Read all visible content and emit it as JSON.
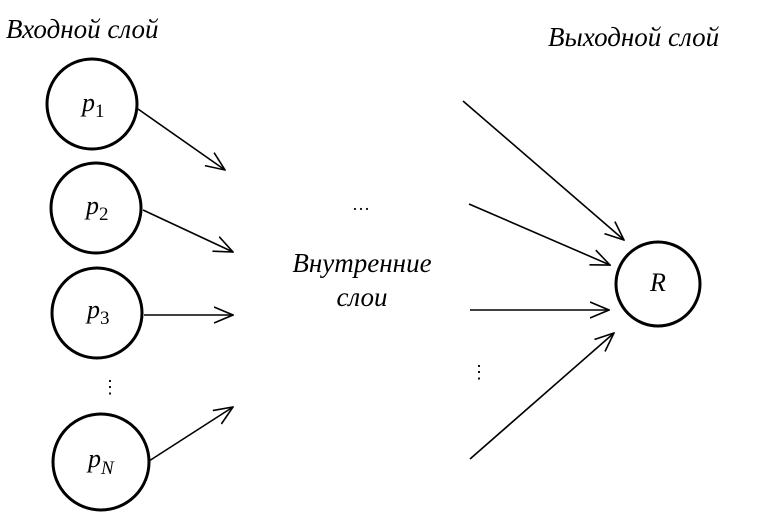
{
  "diagram": {
    "input_layer_title": "Входной слой",
    "output_layer_title": "Выходной слой",
    "hidden_layers_line1": "Внутренние",
    "hidden_layers_line2": "слои",
    "inputs": [
      {
        "var": "p",
        "sub": "1"
      },
      {
        "var": "p",
        "sub": "2"
      },
      {
        "var": "p",
        "sub": "3"
      },
      {
        "var": "p",
        "sub": "N"
      }
    ],
    "output": {
      "label": "R"
    },
    "ellipsis_horizontal": "…",
    "ellipsis_vertical": "⋮"
  },
  "colors": {
    "stroke": "#000000",
    "background": "#ffffff"
  }
}
